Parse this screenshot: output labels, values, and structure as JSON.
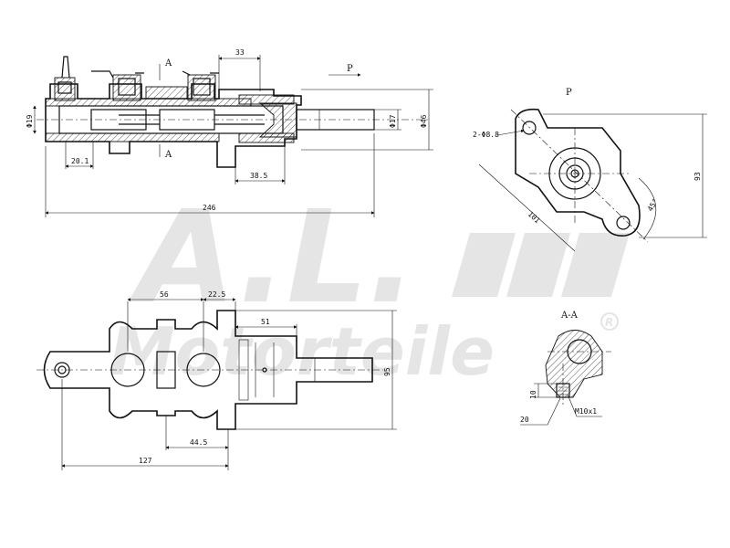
{
  "watermark": {
    "logo_text": "A.L.",
    "brand_text": "Motorteile",
    "registered_mark": "R"
  },
  "views": {
    "side_section": {
      "dimensions": {
        "top_33": "33",
        "dia_19": "Φ19",
        "dia_17": "Φ17",
        "dia_46": "Φ46",
        "len_20_1": "20.1",
        "len_38_5": "38.5",
        "len_246": "246"
      },
      "labels": {
        "section_a_top": "A",
        "section_a_bottom": "A",
        "view_p_arrow": "P"
      }
    },
    "end_view": {
      "title": "P",
      "dimensions": {
        "holes": "2-Φ8.8",
        "dim_93": "93",
        "dim_101": "101",
        "angle_45": "45°"
      }
    },
    "top_view": {
      "dimensions": {
        "d_56": "56",
        "d_22_5": "22.5",
        "d_51": "51",
        "d_95": "95",
        "d_44_5": "44.5",
        "d_127": "127"
      }
    },
    "section_a_a": {
      "title": "A-A",
      "dimensions": {
        "d_10": "10",
        "d_20": "20",
        "thread": "M10x1"
      }
    }
  }
}
